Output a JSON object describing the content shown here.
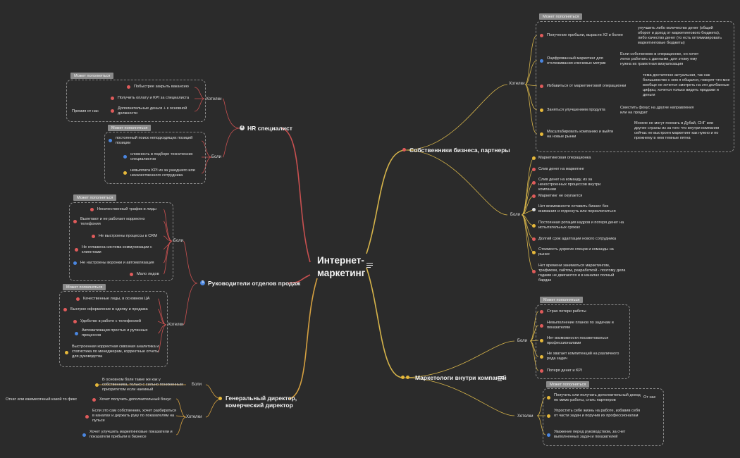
{
  "center": {
    "line1": "Интернет-",
    "line2": "маркетинг"
  },
  "owners": {
    "title": "Собственники бизнеса, партнеры",
    "wants_label": "Хотелки",
    "pains_label": "Боли",
    "may_grow": "Может пополняться",
    "wants": [
      {
        "text": "Получение прибыли, вырасти Х2 и более",
        "note": "улучшить либо количество денег (общий оборот и доход от маркетингового бюджета), либо качество денег (то есть оптимизировать маркетинговые бюджеты)"
      },
      {
        "text": "Оцифрованный маркетинг для отслеживания ключевых метрик",
        "note": "Если собственник в операционке, он хочет легко работать с данными, для этому ему нужна их грамотная визуализация"
      },
      {
        "text": "Избавиться от маркетинговой операционки",
        "note": "тема достаточно актуальная, так как большинство с кем я общался, говорят что мне вообще не хочется смотреть на эти долбанные цифры, хочется только видеть продажи и деньги"
      },
      {
        "text": "Заняться улучшением продукта",
        "note": "Сместить фокус на другие направления или на продукт"
      },
      {
        "text": "Масштабировать компанию и выйти на новые рынки",
        "note": "Многие не могут поехать в Дубай, СНГ или другие страны из за того что внутри компании сейчас не выстроен маркетинг как нужно и по прежнему в нем темные пятна"
      }
    ],
    "pains": [
      "Маркетинговая операционка",
      "Слив денег на маркетинг",
      "Слив денег на команду, из за неностроенных процессов внутри компании",
      "Маркетинг не окупается",
      "Нет возможности оставить бизнес без внимания и отдохнуть или переключиться",
      "Постоянная ротация кадров и потеря денег на испытательных сроках",
      "Долгий срок адаптации нового сотрудника",
      "Стоимость дорогих спецов и команды на рынке",
      "Нет времени заниматься маркетингом, трафиком, сайтом, разработкой - поэтому дела годами не двигаются и в каналах полный бардак"
    ]
  },
  "marketers": {
    "title": "Маркетологи внутри компаний",
    "pains_label": "Боли",
    "wants_label": "Хотелки",
    "may_grow": "Может пополняться",
    "pains": [
      "Страх потери работы",
      "Невыполнение планов по задачам и показателям",
      "Нет возможности посоветоваться профессионалами",
      "Не хватает компитенций на различного рода задач",
      "Потеря денег и KPI"
    ],
    "wants": [
      "Получить или получать дополнительный доход по мимо работы, стать партнеров",
      "Упростить себе жизнь на работе, избавив себя от части задач и поручив их профессионалам",
      "Уважение перед руководством, за счет выполненных задач и показателей"
    ],
    "side_note": "От нас"
  },
  "hr": {
    "title": "HR специалист",
    "num": "4",
    "wants_label": "Хотелки",
    "pains_label": "Боли",
    "may_grow": "Может пополняться",
    "wants": [
      "Побыстрее закрыть вакансию",
      "Получить оплату и KPI за специалиста",
      "Дополнительные деньги + к основной должности"
    ],
    "side_note": "Премия от нас",
    "pains": [
      "постоянный поиск неподходящих позиций позиции",
      "сложность в подборе технических специалистов",
      "невыплата KPI из за ушедшего или некачественного сотрудника"
    ]
  },
  "sales": {
    "title": "Руководители отделов продаж",
    "num": "3",
    "pains_label": "Боли",
    "wants_label": "Хотелки",
    "may_grow": "Может пополняться",
    "pains": [
      "Некачественный трафик и лиды",
      "Вылетают и не работает корректно телефония",
      "Не выстроены процессы в CRM",
      "Не отлажена система коммуникации с клиентами",
      "Не настроены воронки и автоматизация",
      "Мало лидов"
    ],
    "wants": [
      "Качественные лиды, в основном ЦА",
      "Быстрое оформление в сделку и продажа",
      "Удобство в работе с телефонией",
      "Автоматизация простых и рутинных процессов",
      "Выстроенная корректная сквозная аналитика и статистика по менеджерам, корректные отчеты для руководства"
    ]
  },
  "gm": {
    "title1": "Генеральный директор,",
    "title2": "комерческий директор",
    "pains_label": "Боли",
    "wants_label": "Хотелки",
    "pains": [
      "В основном боли такие же как у собственника, только с сильно пониженным приоритетом если наемный"
    ],
    "wants": [
      "Хочет получить дополнительный бонус",
      "Если это сам собственник, хочет разбираться в каналах и держать руку по показателям на пульсе",
      "Хочет улучшить маркетинговые показатели и показатели прибыли в бизнесе"
    ],
    "side_note": "Откат или ежемесячный какой то фикс"
  },
  "colors": {
    "bg": "#2b2b2b",
    "red": "#e05b5b",
    "yellow": "#e6b83a",
    "blue": "#4a86e0",
    "line_owner": "#d9b34a",
    "line_hr": "#d55555"
  }
}
